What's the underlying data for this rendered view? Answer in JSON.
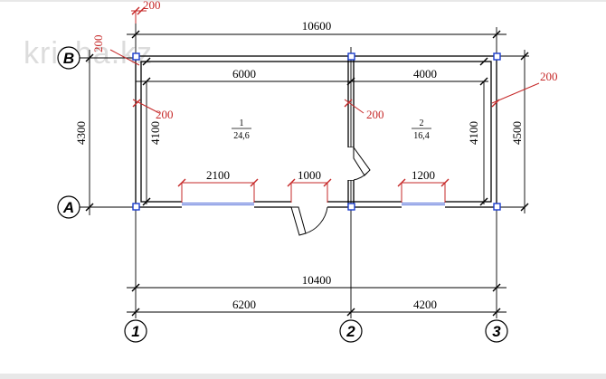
{
  "watermark": "krisha.kz",
  "axes": {
    "B": "B",
    "A": "A",
    "one": "1",
    "two": "2",
    "three": "3"
  },
  "dims": {
    "total_top": "10600",
    "room1_width": "6000",
    "room2_width": "4000",
    "total_bottom": "10400",
    "axis_1_2": "6200",
    "axis_2_3": "4200",
    "height_left_outer": "4300",
    "height_left_inner": "4100",
    "height_right_inner": "4100",
    "height_right_outer": "4500"
  },
  "wall_dims": {
    "top_corner": "200",
    "left_corner": "200",
    "room1_wall": "200",
    "room2_wall": "200",
    "right_wall": "200"
  },
  "openings": {
    "window_left": "2100",
    "door": "1000",
    "window_right": "1200"
  },
  "rooms": [
    {
      "number": "1",
      "area": "24,6"
    },
    {
      "number": "2",
      "area": "16,4"
    }
  ]
}
